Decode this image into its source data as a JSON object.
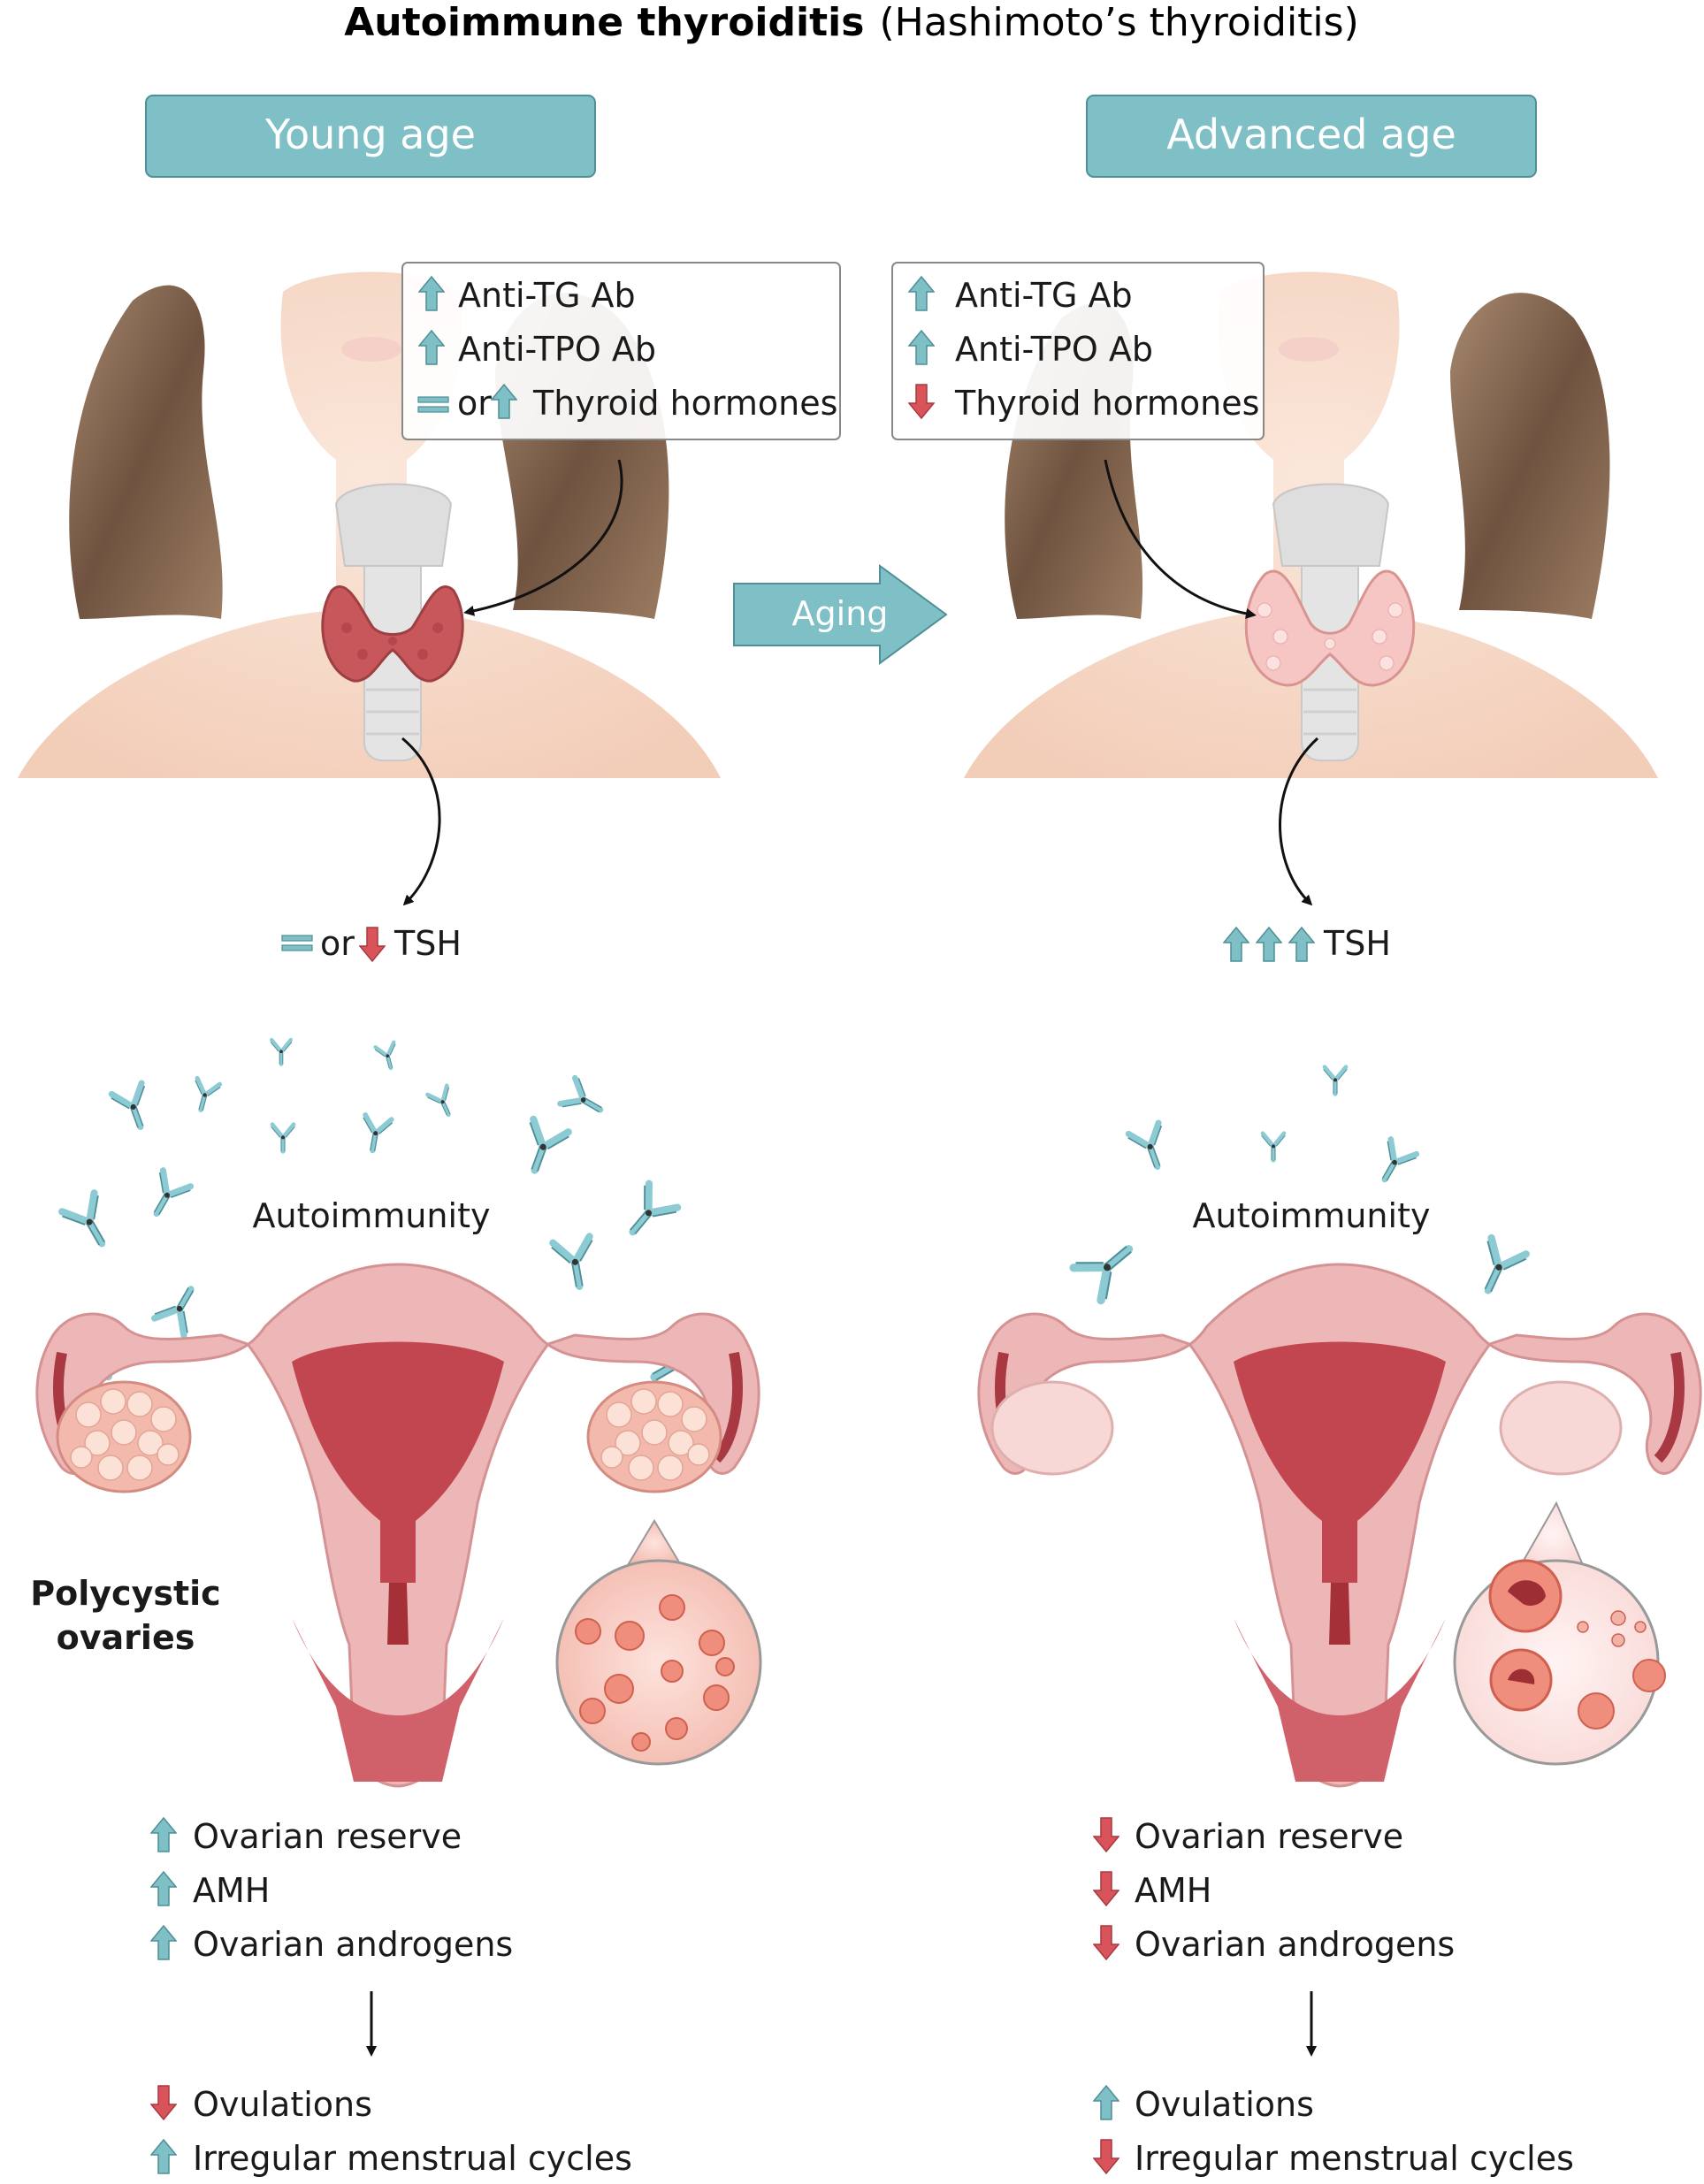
{
  "title": {
    "bold": "Autoimmune thyroiditis",
    "normal": "(Hashimoto’s thyroiditis)"
  },
  "colors": {
    "teal": "#7fbfc6",
    "teal_dark": "#5a9ea6",
    "red_arrow": "#d9545a",
    "skin": "#f8dccb",
    "hair": "#8b6a52",
    "uterus": "#eeb7b7",
    "uterus_dark": "#c2464f",
    "thyroid_young": "#c8575b",
    "thyroid_old": "#f5c6c3"
  },
  "icons": {
    "up": "arrow-up-icon",
    "down": "arrow-down-icon",
    "equal": "equal-sign-icon",
    "antibody": "antibody-icon"
  },
  "left": {
    "header": "Young age",
    "markers": [
      {
        "trend": "up",
        "text": "Anti-TG Ab"
      },
      {
        "trend": "up",
        "text": "Anti-TPO Ab"
      },
      {
        "trend": "equal-or-up",
        "connector": "or",
        "text": "Thyroid hormones"
      }
    ],
    "tsh": {
      "trend": "equal-or-down",
      "connector": "or",
      "text": "TSH"
    },
    "autoimmunity": "Autoimmunity",
    "ovary_note": [
      "Polycystic",
      "ovaries"
    ],
    "ovary_markers": [
      {
        "trend": "up",
        "text": "Ovarian reserve"
      },
      {
        "trend": "up",
        "text": "AMH"
      },
      {
        "trend": "up",
        "text": "Ovarian androgens"
      }
    ],
    "outcomes": [
      {
        "trend": "down",
        "text": "Ovulations"
      },
      {
        "trend": "up",
        "text": "Irregular menstrual cycles"
      }
    ]
  },
  "center": {
    "transition": "Aging"
  },
  "right": {
    "header": "Advanced age",
    "markers": [
      {
        "trend": "up",
        "text": "Anti-TG Ab"
      },
      {
        "trend": "up",
        "text": "Anti-TPO Ab"
      },
      {
        "trend": "down",
        "text": "Thyroid hormones"
      }
    ],
    "tsh": {
      "trend": "triple-up",
      "text": "TSH"
    },
    "autoimmunity": "Autoimmunity",
    "ovary_markers": [
      {
        "trend": "down",
        "text": "Ovarian reserve"
      },
      {
        "trend": "down",
        "text": "AMH"
      },
      {
        "trend": "down",
        "text": "Ovarian androgens"
      }
    ],
    "outcomes": [
      {
        "trend": "up",
        "text": "Ovulations"
      },
      {
        "trend": "down",
        "text": "Irregular menstrual cycles"
      }
    ]
  }
}
